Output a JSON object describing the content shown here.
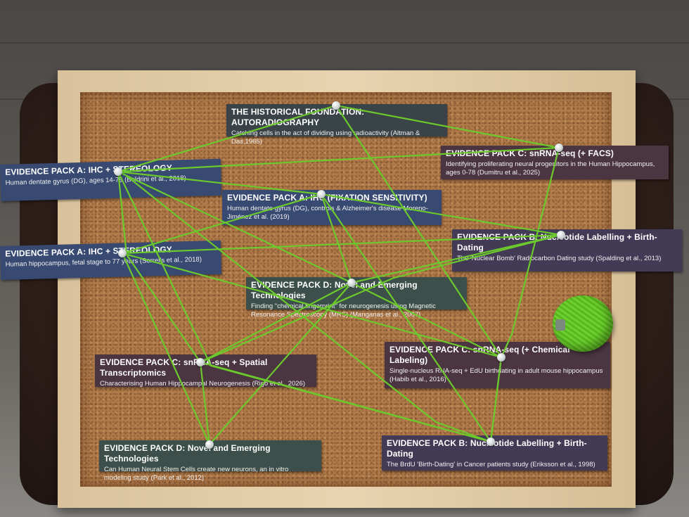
{
  "colors": {
    "slate": "#3a4347",
    "navy": "#384a72",
    "plum": "#4a3540",
    "teal": "#3c4f4a",
    "violet": "#433a55",
    "string": "#6cc92c"
  },
  "cards": {
    "historical": {
      "title": "THE HISTORICAL FOUNDATION: AUTORADIOGRAPHY",
      "sub": "Catching cells in the act of dividing using radioactivity (Altman & Das,1965)"
    },
    "snrna_facs": {
      "title": "EVIDENCE PACK C: snRNA-seq (+ FACS)",
      "sub": "Identifying proliferating neural progenitors in the Human Hippocampus, ages 0-78 (Dumitru et al., 2025)"
    },
    "ihc_a1": {
      "title": "EVIDENCE PACK A: IHC + STEREOLOGY",
      "sub": "Human dentate gyrus (DG), ages 14-79 (Boldrini et al., 2018)"
    },
    "ihc_fixation": {
      "title": "EVIDENCE PACK A: IHC (FIXATION SENSITIVITY)",
      "sub": "Human dentate gyrus (DG), controls & Alzheimer's disease Moreno-Jiménez et al. (2019)"
    },
    "nuclear_bomb": {
      "title": "EVIDENCE PACK B: Nucleotide Labelling + Birth-Dating",
      "sub": "The 'Nuclear Bomb' Radiocarbon Dating study (Spalding et al., 2013)"
    },
    "ihc_a2": {
      "title": "EVIDENCE PACK A: IHC + STEREOLOGY",
      "sub": "Human hippocampus, fetal stage to 77 years (Sorrells et al., 2018)"
    },
    "mrs": {
      "title": "EVIDENCE PACK D: Novel and Emerging Technologies",
      "sub": "Finding \"chemical fingerprint\" for neurogenesis using Magnetic Resonance Spectroscopy (MRS) (Manganas et al., 2007)"
    },
    "chem_label": {
      "title": "EVIDENCE PACK C: snRNA-seq (+ Chemical Labeling)",
      "sub": "Single-nucleus RNA-seq + EdU birthdating in adult mouse hippocampus (Habib et al., 2016)"
    },
    "spatial": {
      "title": "EVIDENCE PACK C: snRNA-seq + Spatial Transcriptomics",
      "sub": "Characterising Human Hippocampal Neurogenesis (Rigo et al., 2026)"
    },
    "stem_cells": {
      "title": "EVIDENCE PACK D: Novel and Emerging Technologies",
      "sub": "Can Human Neural Stem Cells  create new neurons, an in vitro modeling study (Park et al., 2012)"
    },
    "brdu": {
      "title": "EVIDENCE PACK B: Nucleotide Labelling + Birth-Dating",
      "sub": "The BrdU 'Birth-Dating' in Cancer patients study (Eriksson et al., 1998)"
    }
  }
}
